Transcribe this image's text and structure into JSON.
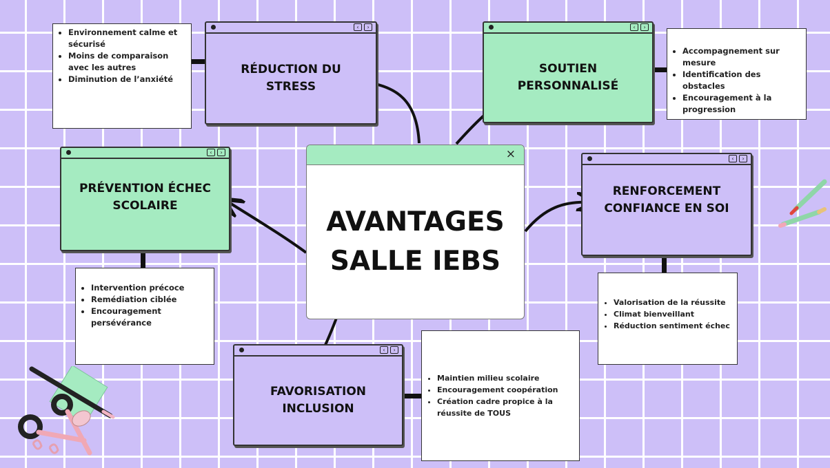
{
  "center": {
    "title_line1": "AVANTAGES",
    "title_line2": "SALLE IEBS",
    "close_icon": "×"
  },
  "windows": [
    {
      "id": "stress",
      "title_line1": "RÉDUCTION DU",
      "title_line2": "STRESS",
      "notes": [
        "Environnement calme et sécurisé",
        "Moins de comparaison avec les autres",
        "Diminution de l’anxiété"
      ]
    },
    {
      "id": "soutien",
      "title_line1": "SOUTIEN",
      "title_line2": "PERSONNALISÉ",
      "notes": [
        "Accompagnement sur mesure",
        "Identification des obstacles",
        "Encouragement à la progression"
      ]
    },
    {
      "id": "prevention",
      "title_line1": "PRÉVENTION ÉCHEC",
      "title_line2": "SCOLAIRE",
      "notes": [
        "Intervention précoce",
        "Remédiation ciblée",
        "Encouragement persévérance"
      ]
    },
    {
      "id": "confiance",
      "title_line1": "RENFORCEMENT",
      "title_line2": "CONFIANCE EN SOI",
      "notes": [
        "Valorisation de la réussite",
        "Climat bienveillant",
        "Réduction sentiment échec"
      ]
    },
    {
      "id": "inclusion",
      "title_line1": "FAVORISATION",
      "title_line2": "INCLUSION",
      "notes": [
        "Maintien milieu scolaire",
        "Encouragement coopération",
        "Création cadre propice à la réussite de TOUS"
      ]
    }
  ],
  "window_controls": {
    "prev_icon": "‹",
    "next_icon": "›"
  },
  "colors": {
    "background": "#cdbff8",
    "grid": "#ffffff",
    "green_window": "#a5ebc1",
    "purple_window": "#cdbff8",
    "ink": "#111111"
  },
  "icons": {
    "decoration_left": "scissors-pen-sticky-note",
    "decoration_right": "pencils"
  }
}
